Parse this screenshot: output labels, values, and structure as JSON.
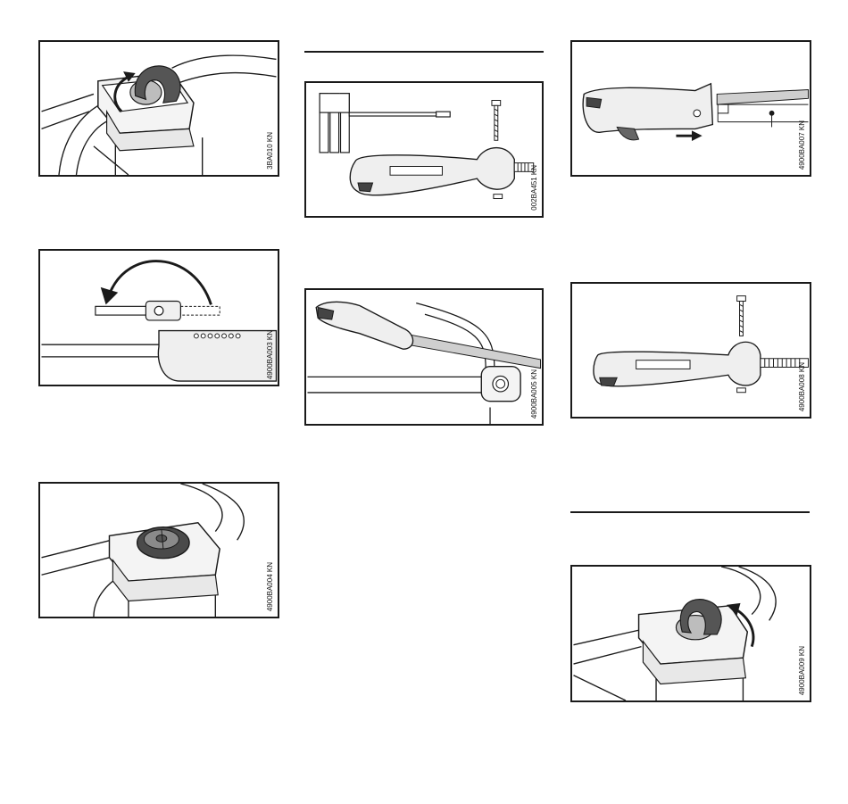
{
  "figures": [
    {
      "id": "f1",
      "code": "3BA010 KN"
    },
    {
      "id": "f2",
      "code": "4900BA003 KN"
    },
    {
      "id": "f3",
      "code": "4900BA004 KN"
    },
    {
      "id": "f4",
      "code": "002BA451 KN"
    },
    {
      "id": "f5",
      "code": "4900BA005 KN"
    },
    {
      "id": "f6",
      "code": "4900BA007 KN"
    },
    {
      "id": "f7",
      "code": "4900BA008 KN"
    },
    {
      "id": "f8",
      "code": "4900BA009 KN"
    }
  ]
}
